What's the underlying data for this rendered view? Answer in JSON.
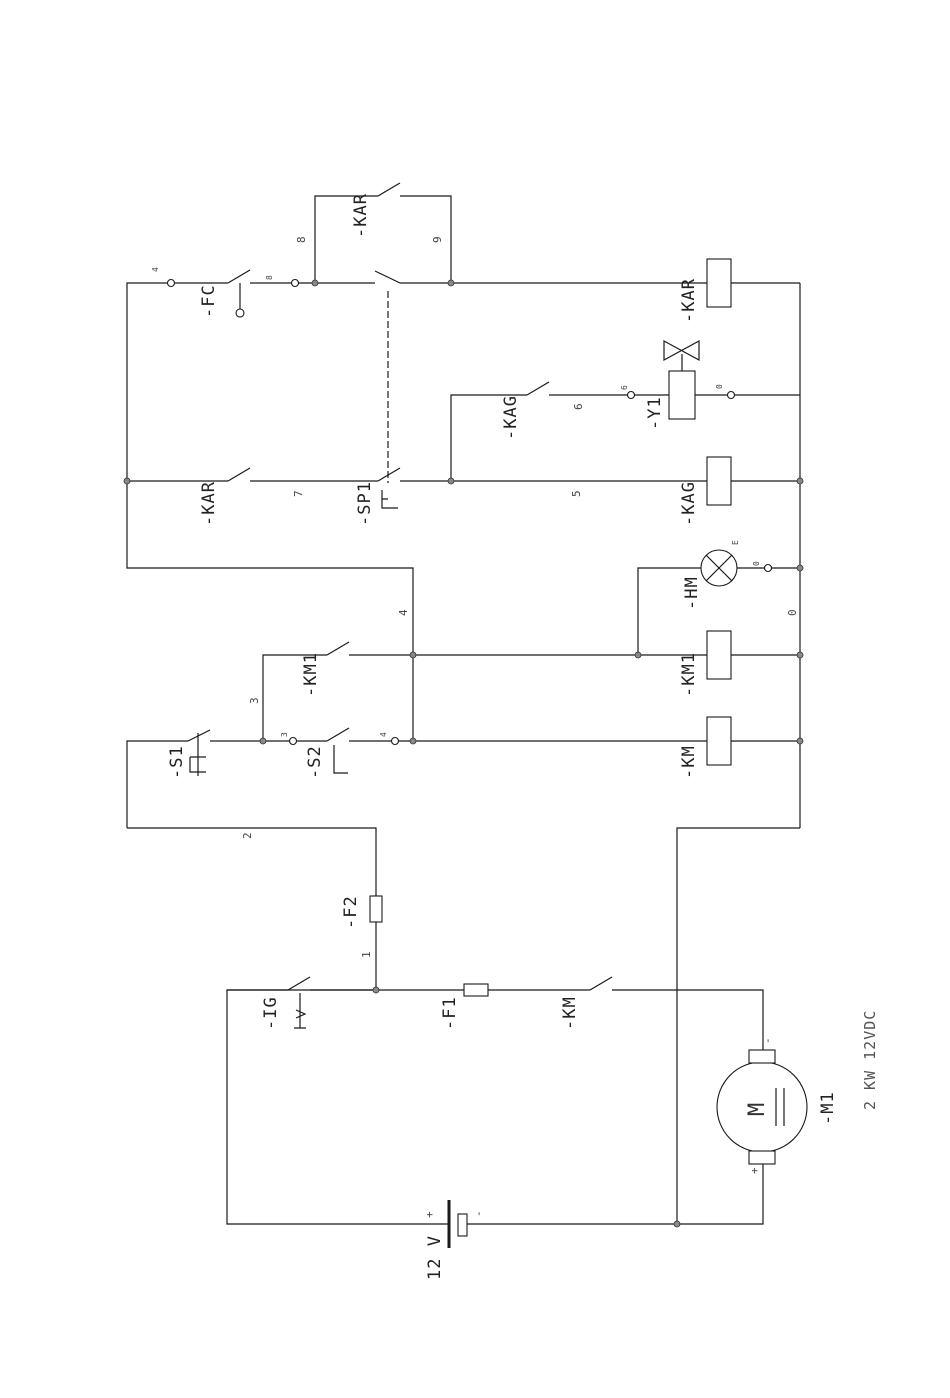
{
  "diagram": {
    "components": {
      "fc": "-FC",
      "kar_top": "-KAR",
      "kar_coil": "-KAR",
      "kag_contact": "-KAG",
      "y1": "-Y1",
      "kar_contact": "-KAR",
      "sp1": "-SP1",
      "kag_coil": "-KAG",
      "hm": "-HM",
      "km1_contact": "-KM1",
      "km1_coil": "-KM1",
      "s1": "-S1",
      "s2": "-S2",
      "km_coil": "-KM",
      "f2": "-F2",
      "ig": "-IG",
      "f1": "-F1",
      "km_contact": "-KM",
      "m1": "-M1",
      "motor_letter": "M",
      "battery": "12 V",
      "motor_rating": "2 KW 12VDC",
      "bat_plus": "+",
      "bat_minus": "-",
      "mot_plus": "+",
      "mot_minus": "-",
      "lamp_e": "E"
    },
    "wire_numbers": {
      "w4_top": "4",
      "w8_top": "8",
      "w8": "8",
      "w9": "9",
      "w6a": "6",
      "w6b": "6",
      "w0a": "0",
      "w7": "7",
      "w5": "5",
      "w0b": "0",
      "w4": "4",
      "w0c": "0",
      "w3a": "3",
      "w3b": "3",
      "w4b": "4",
      "w2": "2",
      "w1": "1"
    }
  }
}
